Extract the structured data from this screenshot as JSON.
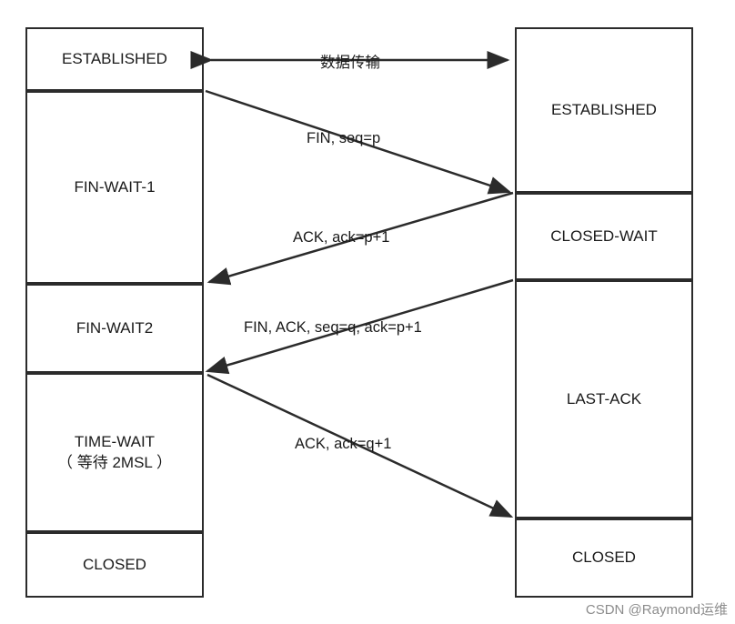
{
  "diagram": {
    "title": "TCP connection termination (four-way handshake)",
    "client_states": [
      {
        "name": "ESTABLISHED",
        "text": "ESTABLISHED"
      },
      {
        "name": "FIN-WAIT-1",
        "text": "FIN-WAIT-1"
      },
      {
        "name": "FIN-WAIT2",
        "text": "FIN-WAIT2"
      },
      {
        "name": "TIME-WAIT",
        "text": "TIME-WAIT\n（ 等待 2MSL ）"
      },
      {
        "name": "CLOSED",
        "text": "CLOSED"
      }
    ],
    "server_states": [
      {
        "name": "ESTABLISHED",
        "text": "ESTABLISHED"
      },
      {
        "name": "CLOSED-WAIT",
        "text": "CLOSED-WAIT"
      },
      {
        "name": "LAST-ACK",
        "text": "LAST-ACK"
      },
      {
        "name": "CLOSED",
        "text": "CLOSED"
      }
    ],
    "messages": [
      {
        "name": "data-transfer",
        "text": "数据传输"
      },
      {
        "name": "fin-seq-p",
        "text": "FIN, seq=p"
      },
      {
        "name": "ack-ack-p1",
        "text": "ACK, ack=p+1"
      },
      {
        "name": "fin-ack-seq-q",
        "text": "FIN, ACK, seq=q, ack=p+1"
      },
      {
        "name": "ack-ack-q1",
        "text": "ACK, ack=q+1"
      }
    ],
    "watermark": "CSDN @Raymond运维",
    "colors": {
      "stroke": "#2b2b2b",
      "text": "#1a1a1a",
      "background": "#ffffff",
      "watermark": "#8c8c8c"
    }
  }
}
